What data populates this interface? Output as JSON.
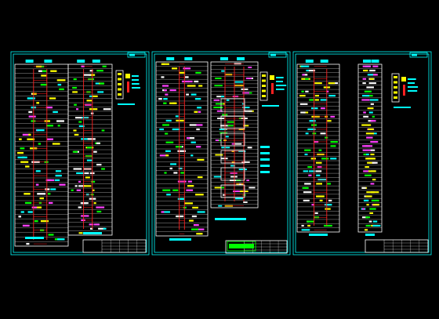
{
  "colors": {
    "background": "#000000",
    "frame": "#00ffff",
    "line": "#ffffff",
    "wire": "#ff2020",
    "label_yellow": "#ffff00",
    "label_green": "#00ff00",
    "label_cyan": "#00ffff",
    "label_magenta": "#ff40ff"
  },
  "sheets": [
    {
      "id": "sheet-1",
      "columns": 2,
      "rows": 40,
      "has_title_block": true
    },
    {
      "id": "sheet-2",
      "columns": 2,
      "rows": 40,
      "has_title_block": true
    },
    {
      "id": "sheet-3",
      "columns": 2,
      "rows": 40,
      "has_title_block": true
    }
  ]
}
